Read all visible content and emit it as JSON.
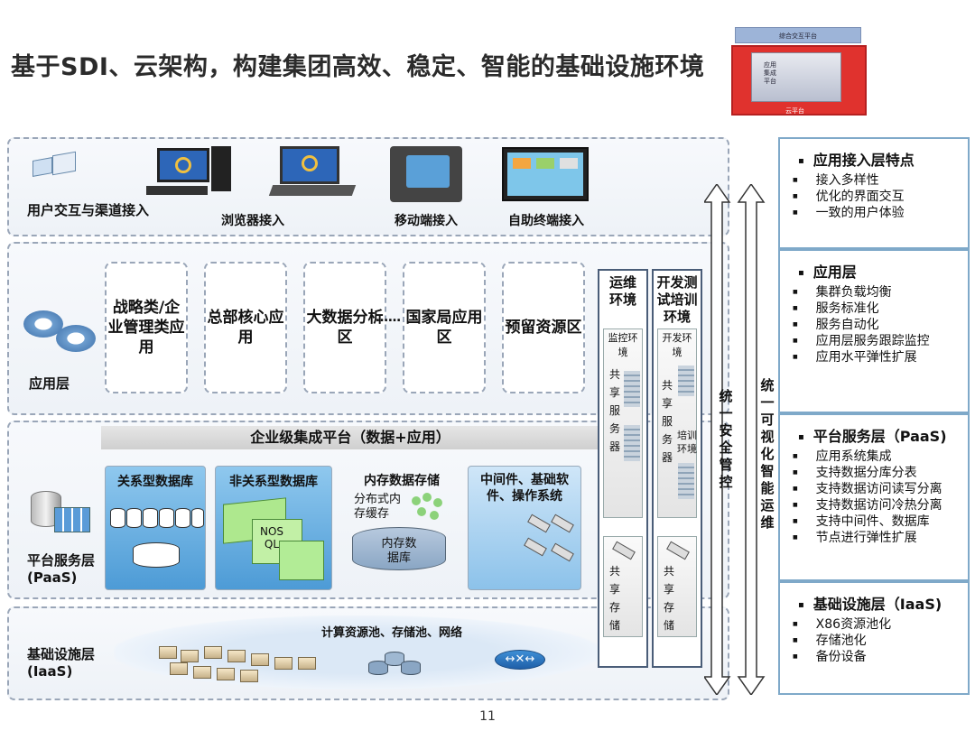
{
  "title": "基于SDI、云架构，构建集团高效、稳定、智能的基础设施环境",
  "logo": {
    "top_text": "综合交互平台",
    "left_text": "应用\n集成\n平台",
    "bottom_text": "云平台"
  },
  "access_layer": {
    "label": "用户交互与渠道接入",
    "devices": [
      "浏览器接入",
      "移动端接入",
      "自助终端接入"
    ]
  },
  "app_layer": {
    "label": "应用层",
    "zones": [
      "战略类/企业管理类应用",
      "总部核心应用",
      "大数据分析区",
      "国家局应用区",
      "预留资源区"
    ],
    "ellipsis": "……"
  },
  "paas_layer": {
    "label": "平台服务层\n(PaaS)",
    "integration_bar": "企业级集成平台（数据+应用）",
    "boxes": [
      {
        "title": "关系型数据库"
      },
      {
        "title": "非关系型数据库",
        "inner": "NOSQL"
      },
      {
        "title": "内存数据存储",
        "cache": "分布式内存缓存",
        "db": "内存数据库"
      },
      {
        "title": "中间件、基础软件、操作系统"
      }
    ]
  },
  "iaas_layer": {
    "label": "基础设施层\n(IaaS)",
    "pool_label": "计算资源池、存储池、网络"
  },
  "ops_env": {
    "title": "运维环境",
    "sub": "监控环境",
    "shared_servers": "共享服务器",
    "shared_storage": "共享存储"
  },
  "dev_env": {
    "title": "开发测试培训环境",
    "sub": "开发环境",
    "shared_servers": "共享服务器",
    "training": "培训环境",
    "shared_storage": "共享存储"
  },
  "vertical_bars": [
    "统一安全管控",
    "统一可视化智能运维"
  ],
  "right_panels": [
    {
      "title": "应用接入层特点",
      "items": [
        "接入多样性",
        "优化的界面交互",
        "一致的用户体验"
      ]
    },
    {
      "title": "应用层",
      "items": [
        "集群负载均衡",
        "服务标准化",
        "服务自动化",
        "应用层服务跟踪监控",
        "应用水平弹性扩展"
      ]
    },
    {
      "title": "平台服务层（PaaS)",
      "items": [
        "应用系统集成",
        "支持数据分库分表",
        "支持数据访问读写分离",
        "支持数据访问冷热分离",
        "支持中间件、数据库",
        "节点进行弹性扩展"
      ]
    },
    {
      "title": "基础设施层（IaaS)",
      "items": [
        "X86资源池化",
        "存储池化",
        "备份设备"
      ]
    }
  ],
  "page_number": "11",
  "colors": {
    "accent_blue": "#4d9bd6",
    "dark_navy": "#4a5d78",
    "logo_red": "#e0322e",
    "panel_border": "#7fa9c9"
  }
}
